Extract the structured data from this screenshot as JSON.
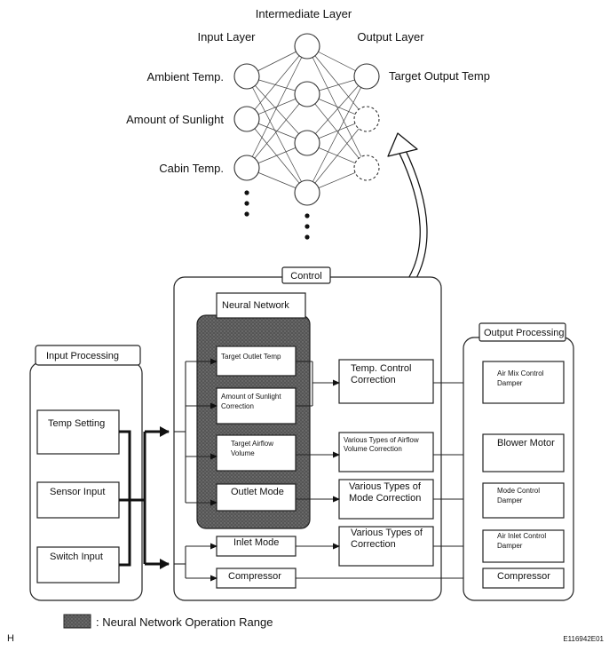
{
  "network": {
    "title": "Intermediate Layer",
    "input_layer": "Input Layer",
    "output_layer": "Output Layer",
    "inputs": [
      "Ambient Temp.",
      "Amount of Sunlight",
      "Cabin Temp."
    ],
    "output": "Target Output Temp"
  },
  "input_processing": {
    "title": "Input Processing",
    "items": [
      "Temp  Setting",
      "Sensor Input",
      "Switch Input"
    ]
  },
  "control": {
    "title": "Control",
    "neural_network": "Neural Network",
    "nn_items": [
      "Target Outlet Temp",
      "Amount of Sunlight Correction",
      "Target Airflow Volume",
      "Outlet Mode"
    ],
    "lower_items": [
      "Inlet Mode",
      "Compressor"
    ],
    "corrections": [
      "Temp. Control Correction",
      "Various Types of Airflow Volume Correction",
      "Various Types of Mode Correction",
      "Various Types of Correction"
    ]
  },
  "output_processing": {
    "title": "Output Processing",
    "items": [
      "Air Mix Control Damper",
      "Blower Motor",
      "Mode Control Damper",
      "Air Inlet Control Damper",
      "Compressor"
    ]
  },
  "legend": {
    "label": ": Neural Network Operation Range"
  },
  "footer": {
    "left": "H",
    "right": "E116942E01"
  }
}
